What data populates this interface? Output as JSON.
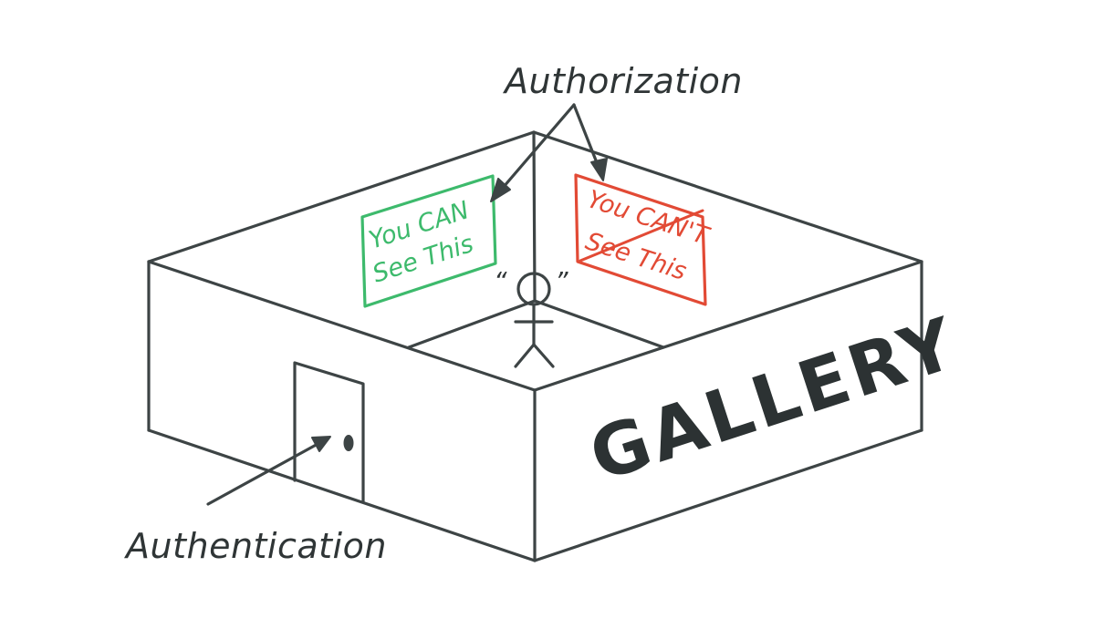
{
  "labels": {
    "authorization": "Authorization",
    "authentication": "Authentication"
  },
  "room": {
    "name": "GALLERY"
  },
  "signs": {
    "allowed": {
      "line1": "You CAN",
      "line2": "See This",
      "color": "#3dba6c"
    },
    "denied": {
      "line1": "You CAN'T",
      "line2": "See This",
      "color": "#e24a35"
    }
  },
  "person": {
    "speech_marks": [
      "“",
      "”"
    ]
  },
  "colors": {
    "ink": "#3d4445",
    "background": "#ffffff"
  }
}
